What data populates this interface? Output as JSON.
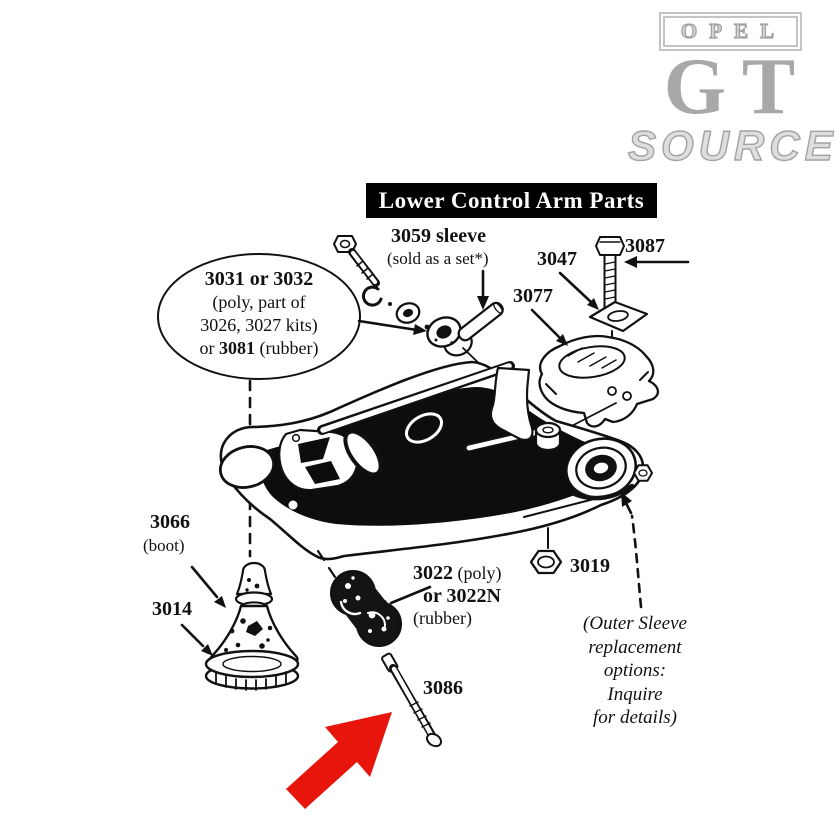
{
  "logo": {
    "opel": "OPEL",
    "gt": "GT",
    "source": "SOURCE"
  },
  "title": "Lower Control Arm Parts",
  "callout_3031": {
    "line1": "3031 or 3032",
    "line2": "(poly, part of",
    "line3": "3026, 3027 kits)",
    "line4_pre": "or ",
    "line4_num": "3081",
    "line4_post": " (rubber)"
  },
  "labels": {
    "sleeve_num": "3059 sleeve",
    "sleeve_note": "(sold as a set*)",
    "p3047": "3047",
    "p3087": "3087",
    "p3077": "3077",
    "p3066": "3066",
    "boot": "(boot)",
    "p3014": "3014",
    "p3022_num": "3022",
    "p3022_mat": " (poly)",
    "p3022n": "or 3022N",
    "p3022n_mat": "(rubber)",
    "p3019": "3019",
    "p3086": "3086"
  },
  "note_outer_sleeve": {
    "line1": "(Outer Sleeve",
    "line2": "replacement",
    "line3": "options:",
    "line4": "Inquire",
    "line5": "for details)"
  },
  "colors": {
    "highlight_arrow": "#e8150d",
    "logo_gray": "#a8a8a8",
    "title_bg": "#000000",
    "title_fg": "#ffffff",
    "line_ink": "#111111"
  }
}
